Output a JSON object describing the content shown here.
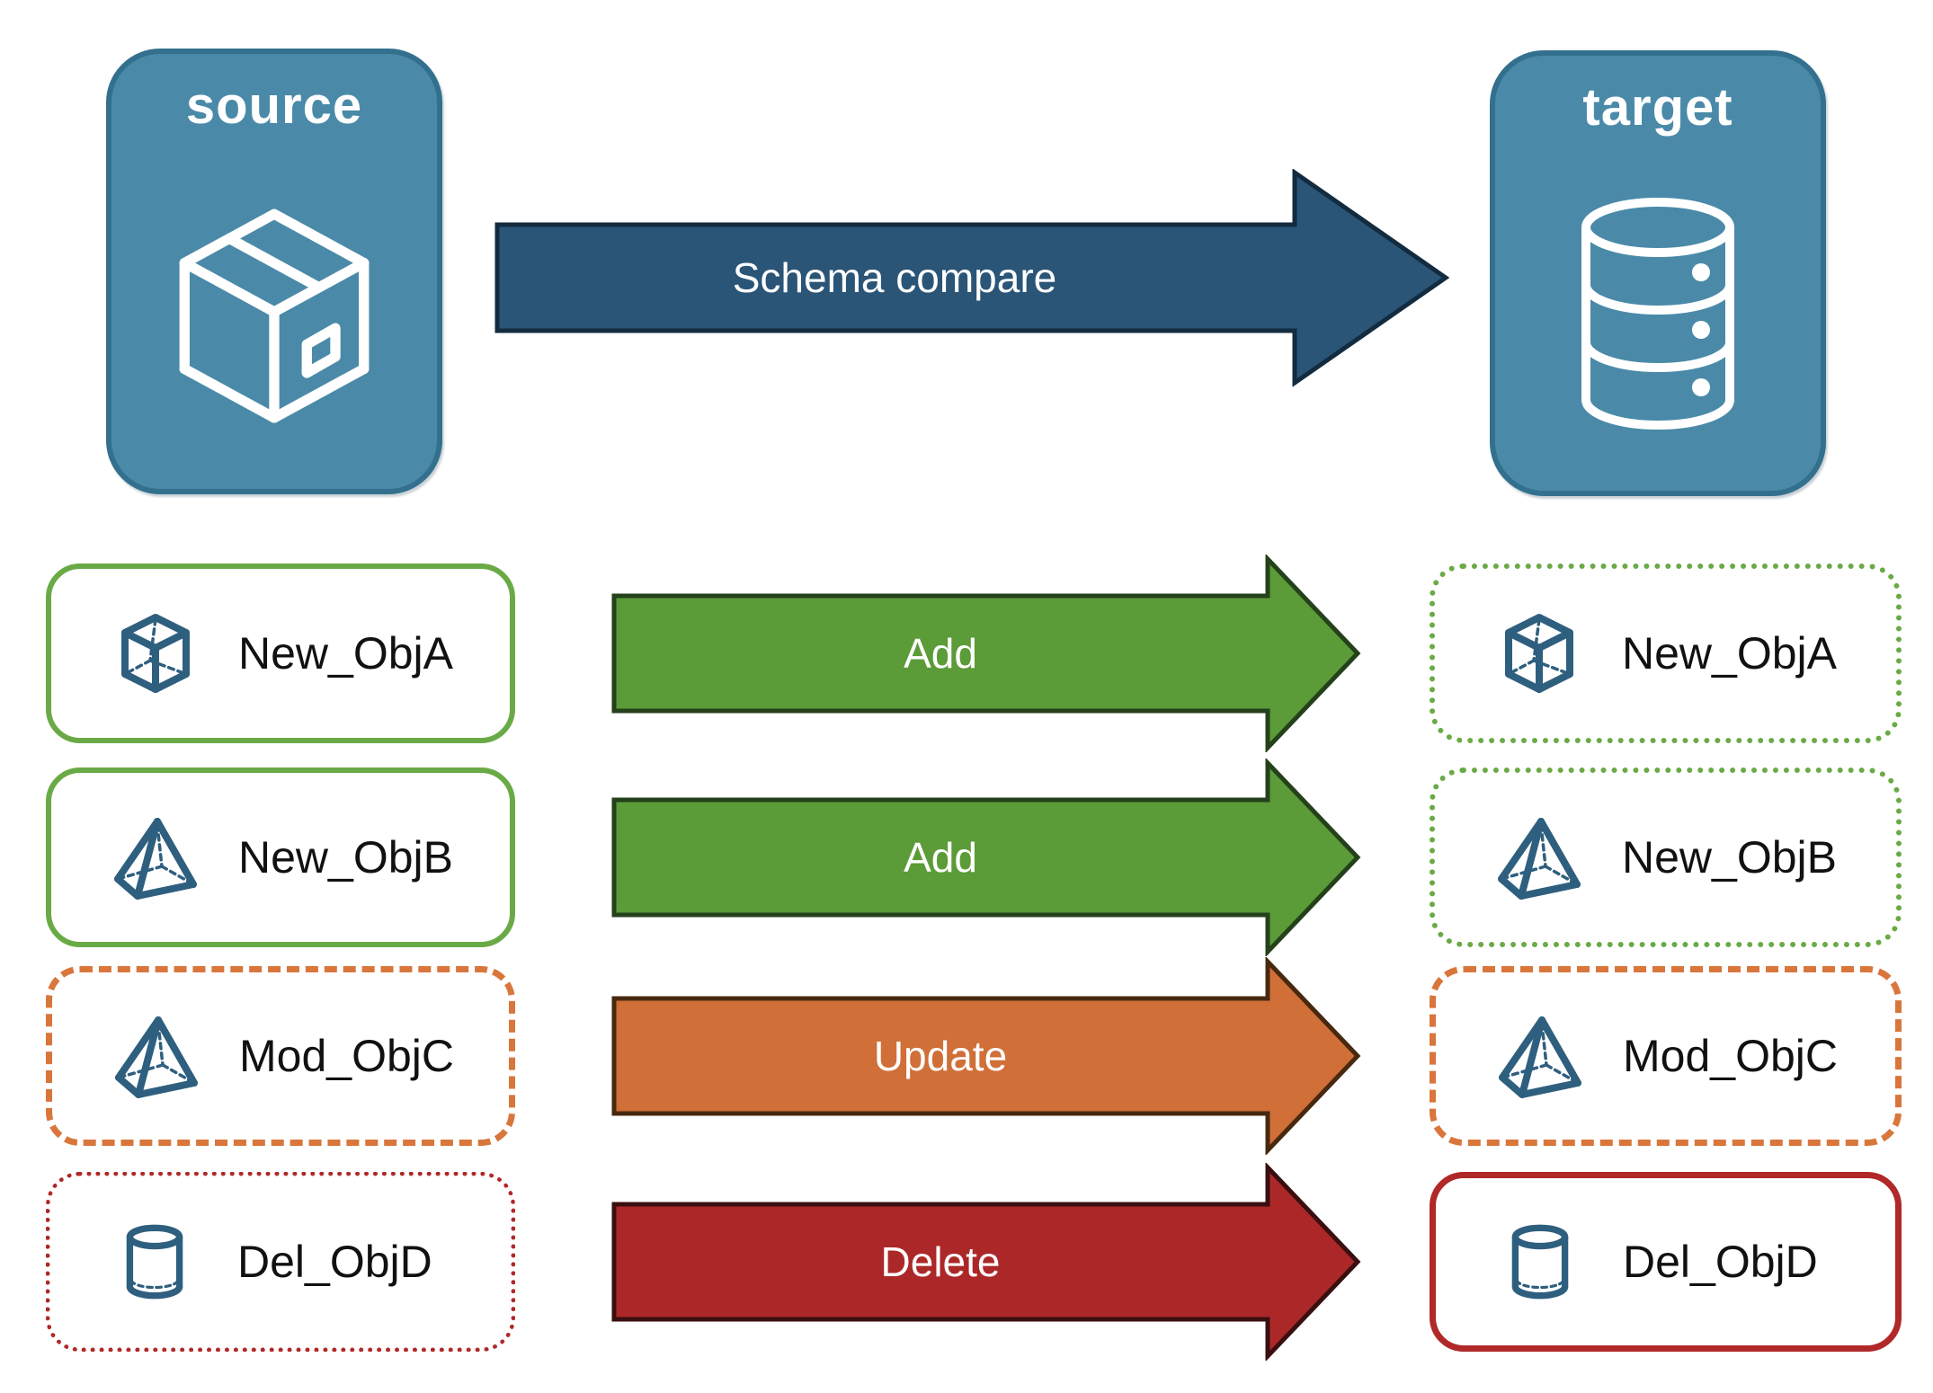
{
  "title": "Schema compare diagram",
  "header": {
    "source_label": "source",
    "target_label": "target",
    "compare_arrow_label": "Schema compare",
    "source_icon": "package-box-icon",
    "target_icon": "database-icon"
  },
  "rows": [
    {
      "object": "New_ObjA",
      "icon": "cube-icon",
      "action": "Add",
      "source_border": "solid-green",
      "target_border": "dotted-green"
    },
    {
      "object": "New_ObjB",
      "icon": "pyramid-icon",
      "action": "Add",
      "source_border": "solid-green",
      "target_border": "dotted-green"
    },
    {
      "object": "Mod_ObjC",
      "icon": "pyramid-icon",
      "action": "Update",
      "source_border": "dashed-orange",
      "target_border": "dashed-orange"
    },
    {
      "object": "Del_ObjD",
      "icon": "cylinder-icon",
      "action": "Delete",
      "source_border": "dotted-red",
      "target_border": "solid-red"
    }
  ],
  "colors": {
    "node_fill": "#4A8AA8",
    "node_border": "#33708E",
    "compare_arrow_fill": "#2A5577",
    "compare_arrow_stroke": "#132B3F",
    "add_arrow_fill": "#5B9B38",
    "add_arrow_stroke": "#24411B",
    "update_arrow_fill": "#D06F38",
    "update_arrow_stroke": "#47290F",
    "delete_arrow_fill": "#AC2828",
    "delete_arrow_stroke": "#390F10",
    "green_border": "#6AAA46",
    "orange_border": "#D9763B",
    "red_border": "#B02828",
    "icon_stroke": "#2F5F7F",
    "text": "#111111"
  }
}
